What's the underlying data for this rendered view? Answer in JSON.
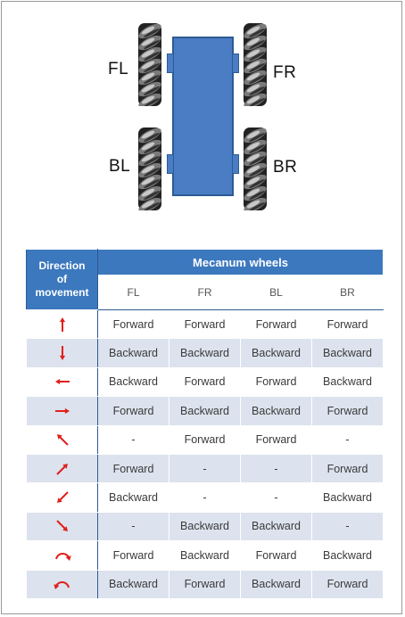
{
  "diagram": {
    "wheel_labels": {
      "fl": "FL",
      "fr": "FR",
      "bl": "BL",
      "br": "BR"
    },
    "colors": {
      "body": "#4a7dc4",
      "header": "#3c78be",
      "arrow": "#e0201c",
      "row_alt": "#dce3ee"
    }
  },
  "table": {
    "header_direction": [
      "Direction",
      "of",
      "movement"
    ],
    "header_group": "Mecanum wheels",
    "columns": [
      "FL",
      "FR",
      "BL",
      "BR"
    ],
    "rows": [
      {
        "arrow": "arrow-up-icon",
        "cells": [
          "Forward",
          "Forward",
          "Forward",
          "Forward"
        ]
      },
      {
        "arrow": "arrow-down-icon",
        "cells": [
          "Backward",
          "Backward",
          "Backward",
          "Backward"
        ]
      },
      {
        "arrow": "arrow-left-icon",
        "cells": [
          "Backward",
          "Forward",
          "Forward",
          "Backward"
        ]
      },
      {
        "arrow": "arrow-right-icon",
        "cells": [
          "Forward",
          "Backward",
          "Backward",
          "Forward"
        ]
      },
      {
        "arrow": "arrow-up-left-icon",
        "cells": [
          "-",
          "Forward",
          "Forward",
          "-"
        ]
      },
      {
        "arrow": "arrow-up-right-icon",
        "cells": [
          "Forward",
          "-",
          "-",
          "Forward"
        ]
      },
      {
        "arrow": "arrow-down-left-icon",
        "cells": [
          "Backward",
          "-",
          "-",
          "Backward"
        ]
      },
      {
        "arrow": "arrow-down-right-icon",
        "cells": [
          "-",
          "Backward",
          "Backward",
          "-"
        ]
      },
      {
        "arrow": "rotate-clockwise-icon",
        "cells": [
          "Forward",
          "Backward",
          "Forward",
          "Backward"
        ]
      },
      {
        "arrow": "rotate-counterclockwise-icon",
        "cells": [
          "Backward",
          "Forward",
          "Backward",
          "Forward"
        ]
      }
    ]
  }
}
